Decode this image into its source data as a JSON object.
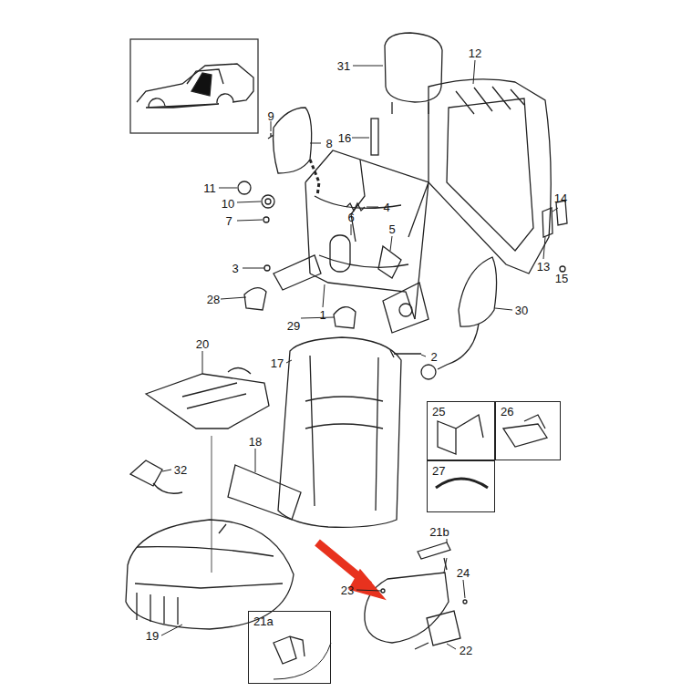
{
  "diagram": {
    "nodes": [
      {
        "text": [
          "25"
        ]
      },
      {
        "text": [
          "26"
        ]
      },
      {
        "text": [
          "27"
        ]
      },
      {
        "text": [
          "21a"
        ]
      }
    ],
    "labels": [
      "31",
      "12",
      "9",
      "16",
      "8",
      "11",
      "4",
      "10",
      "7",
      "6",
      "5",
      "14",
      "3",
      "13",
      "15",
      "28",
      "1",
      "30",
      "29",
      "2",
      "20",
      "17",
      "32",
      "18",
      "21b",
      "23",
      "24",
      "19",
      "22"
    ]
  }
}
